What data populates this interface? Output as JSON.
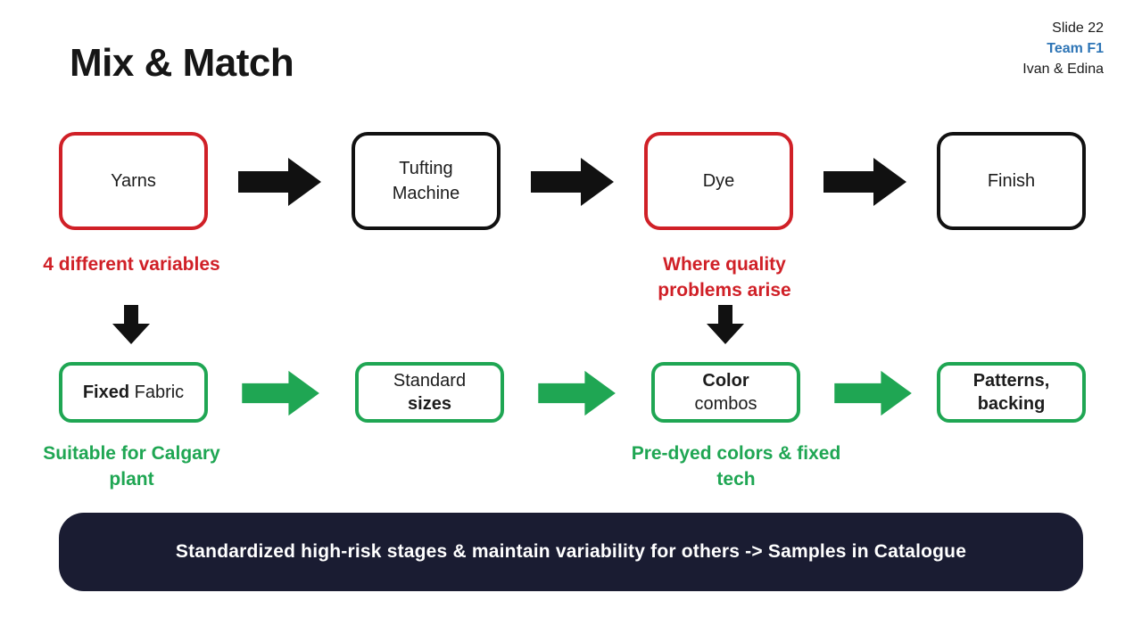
{
  "colors": {
    "red": "#d02027",
    "green": "#1fa653",
    "black": "#111111",
    "navy": "#1a1c32",
    "blue": "#2e75b6"
  },
  "meta": {
    "slide_number": "Slide 22",
    "team": "Team F1",
    "authors": "Ivan & Edina"
  },
  "title": "Mix & Match",
  "flow": {
    "top_row": [
      {
        "name": "yarns",
        "border": "red",
        "segments": [
          {
            "text": "Yarns",
            "bold": false
          }
        ]
      },
      {
        "name": "tufting-machine",
        "border": "black",
        "segments": [
          {
            "text": "Tufting",
            "bold": false
          },
          {
            "text": "Machine",
            "bold": false,
            "newline": true
          }
        ]
      },
      {
        "name": "dye",
        "border": "red",
        "segments": [
          {
            "text": "Dye",
            "bold": false
          }
        ]
      },
      {
        "name": "finish",
        "border": "black",
        "segments": [
          {
            "text": "Finish",
            "bold": false
          }
        ]
      }
    ],
    "bottom_row": [
      {
        "name": "fixed-fabric",
        "border": "green",
        "segments": [
          {
            "text": "Fixed",
            "bold": true
          },
          {
            "text": " Fabric",
            "bold": false
          }
        ]
      },
      {
        "name": "standard-sizes",
        "border": "green",
        "segments": [
          {
            "text": "Standard",
            "bold": false
          },
          {
            "text": "sizes",
            "bold": true,
            "newline": true
          }
        ]
      },
      {
        "name": "color-combos",
        "border": "green",
        "segments": [
          {
            "text": "Color",
            "bold": true
          },
          {
            "text": "combos",
            "bold": false,
            "newline": true
          }
        ]
      },
      {
        "name": "patterns-backing",
        "border": "green",
        "segments": [
          {
            "text": "Patterns,",
            "bold": true
          },
          {
            "text": "backing",
            "bold": true,
            "newline": true
          }
        ]
      }
    ]
  },
  "annotations": {
    "yarns_note": "4 different variables",
    "dye_note": "Where quality problems arise",
    "fabric_note": "Suitable for Calgary plant",
    "colors_note": "Pre-dyed colors & fixed tech"
  },
  "banner": {
    "text": "Standardized high-risk stages & maintain variability for others -> Samples in Catalogue"
  }
}
